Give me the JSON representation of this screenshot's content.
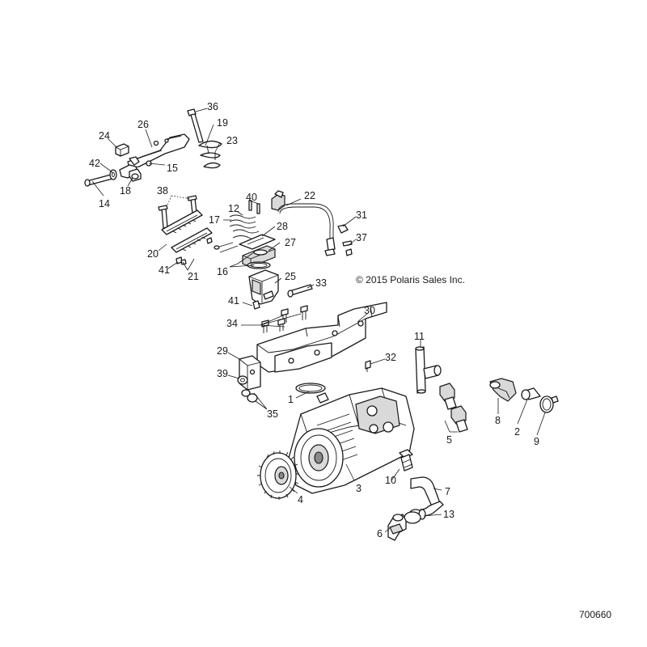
{
  "copyright": "© 2015 Polaris Sales Inc.",
  "figure_number": "700660",
  "callouts": [
    "1",
    "2",
    "3",
    "4",
    "5",
    "5",
    "6",
    "7",
    "8",
    "9",
    "10",
    "11",
    "12",
    "13",
    "14",
    "15",
    "16",
    "16",
    "17",
    "18",
    "19",
    "20",
    "21",
    "21",
    "22",
    "23",
    "24",
    "25",
    "26",
    "27",
    "28",
    "29",
    "30",
    "31",
    "32",
    "33",
    "34",
    "34",
    "34",
    "35",
    "35",
    "36",
    "37",
    "38",
    "38",
    "39",
    "40",
    "40",
    "41",
    "41",
    "42"
  ]
}
